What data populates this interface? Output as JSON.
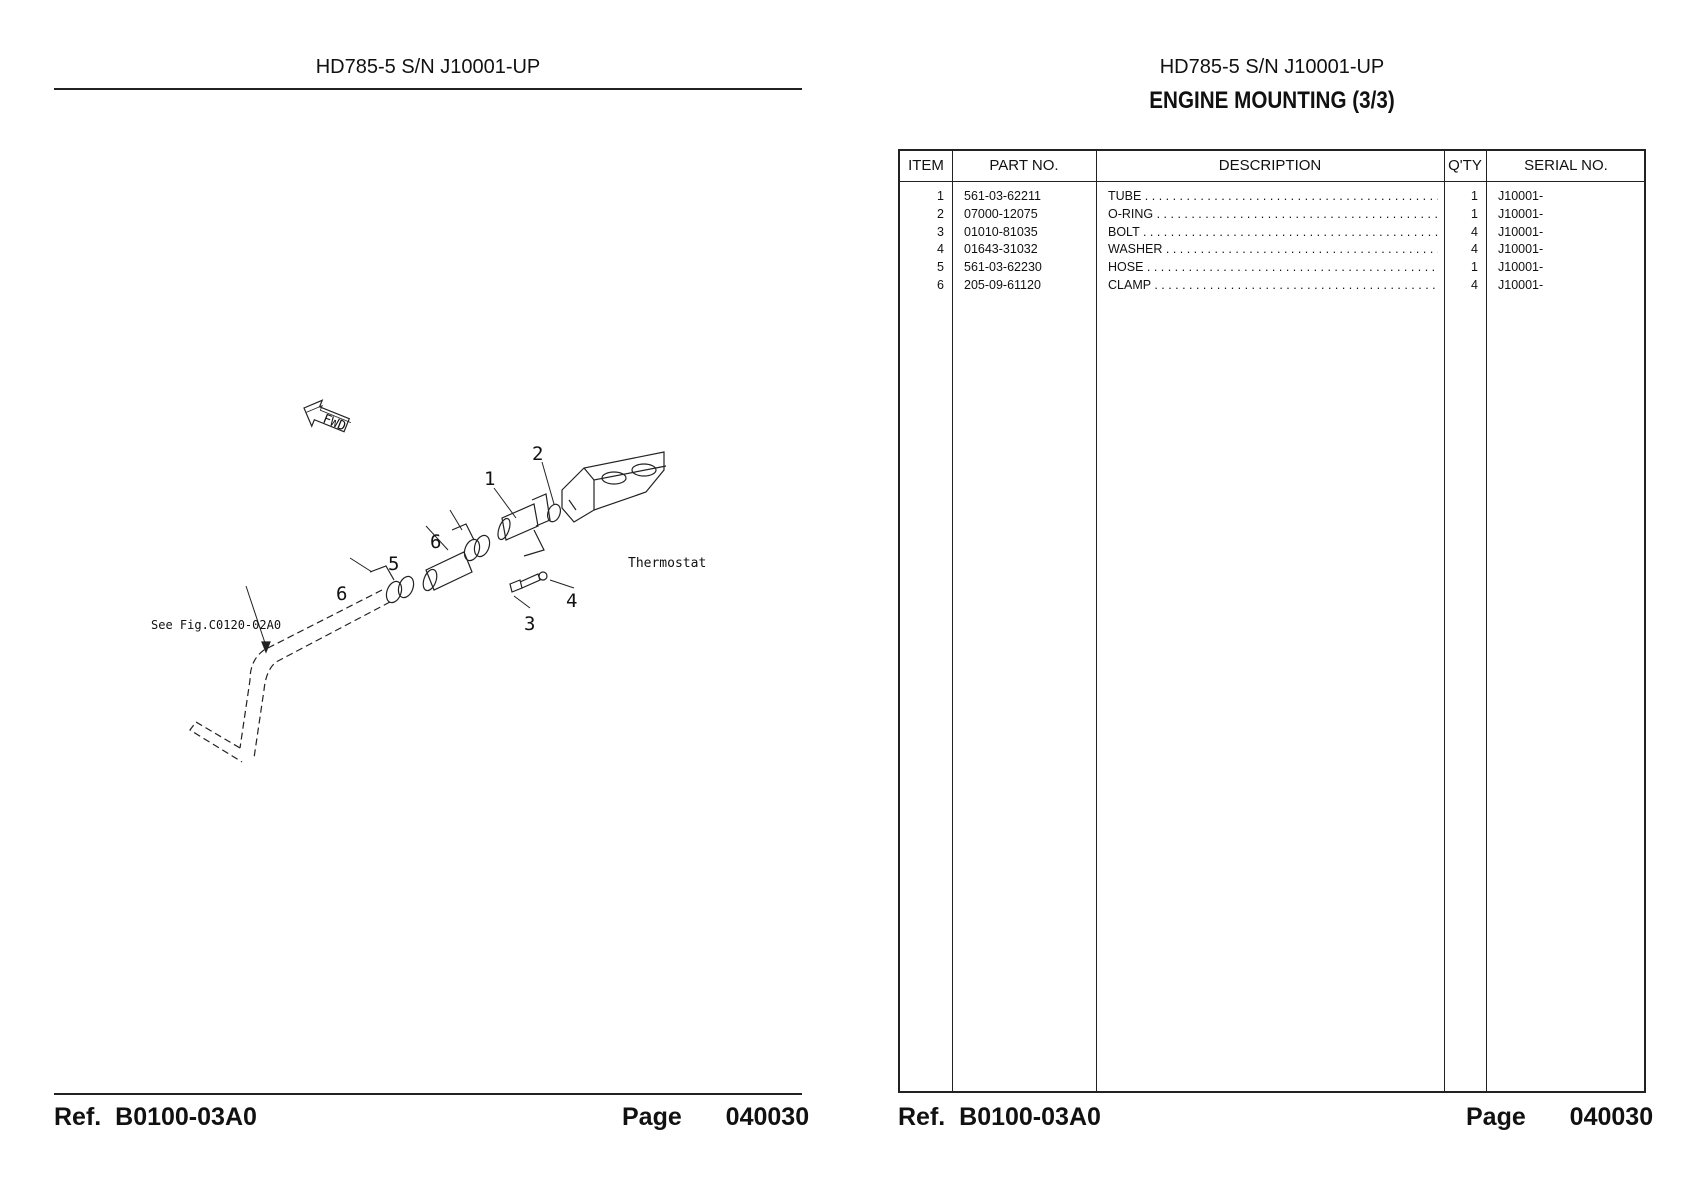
{
  "left_page": {
    "header": "HD785-5 S/N J10001-UP",
    "drawing_labels": {
      "fwd": "FWD",
      "thermostat": "Thermostat",
      "see_fig": "See Fig.C0120-02A0",
      "callouts": [
        "1",
        "2",
        "3",
        "4",
        "5",
        "6",
        "6"
      ]
    },
    "footer": {
      "ref_label": "Ref.",
      "ref_value": "B0100-03A0",
      "page_label": "Page",
      "page_value": "040030"
    }
  },
  "right_page": {
    "header": "HD785-5 S/N J10001-UP",
    "title": "ENGINE MOUNTING (3/3)",
    "table": {
      "columns": [
        "ITEM",
        "PART NO.",
        "DESCRIPTION",
        "Q'TY",
        "SERIAL NO."
      ],
      "rows": [
        {
          "item": "1",
          "part_no": "561-03-62211",
          "description": "TUBE",
          "qty": "1",
          "serial": "J10001-"
        },
        {
          "item": "2",
          "part_no": "07000-12075",
          "description": "O-RING",
          "qty": "1",
          "serial": "J10001-"
        },
        {
          "item": "3",
          "part_no": "01010-81035",
          "description": "BOLT",
          "qty": "4",
          "serial": "J10001-"
        },
        {
          "item": "4",
          "part_no": "01643-31032",
          "description": "WASHER",
          "qty": "4",
          "serial": "J10001-"
        },
        {
          "item": "5",
          "part_no": "561-03-62230",
          "description": "HOSE",
          "qty": "1",
          "serial": "J10001-"
        },
        {
          "item": "6",
          "part_no": "205-09-61120",
          "description": "CLAMP",
          "qty": "4",
          "serial": "J10001-"
        }
      ]
    },
    "footer": {
      "ref_label": "Ref.",
      "ref_value": "B0100-03A0",
      "page_label": "Page",
      "page_value": "040030"
    }
  }
}
